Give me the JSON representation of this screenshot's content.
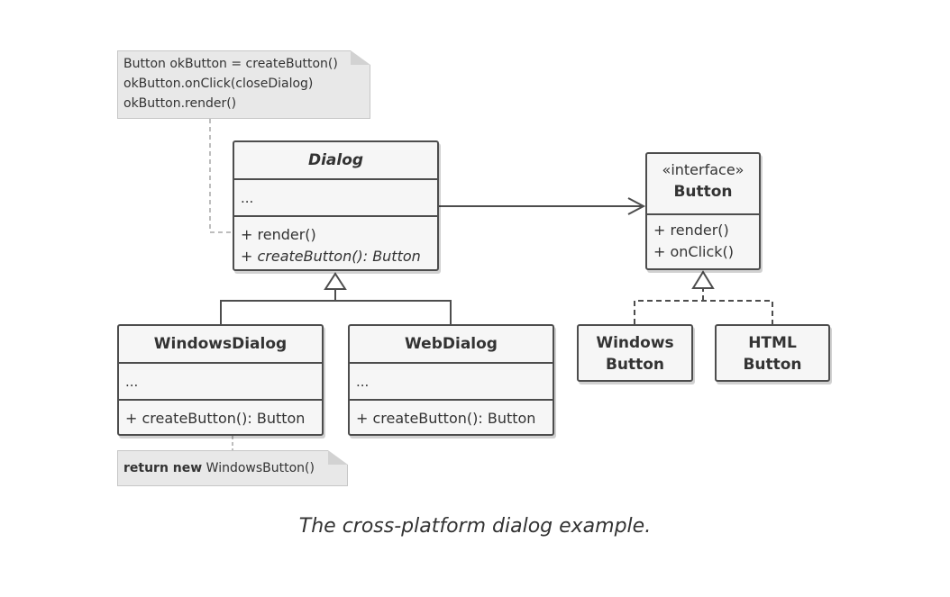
{
  "note_top": {
    "lines": [
      "Button okButton = createButton()",
      "okButton.onClick(closeDialog)",
      "okButton.render()"
    ]
  },
  "dialog": {
    "name": "Dialog",
    "fields": "...",
    "ops": [
      "+ render()",
      "+ createButton(): Button"
    ]
  },
  "button_interface": {
    "stereotype": "«interface»",
    "name": "Button",
    "ops": [
      "+ render()",
      "+ onClick()"
    ]
  },
  "windows_dialog": {
    "name": "WindowsDialog",
    "fields": "...",
    "ops": [
      "+ createButton(): Button"
    ]
  },
  "web_dialog": {
    "name": "WebDialog",
    "fields": "...",
    "ops": [
      "+ createButton(): Button"
    ]
  },
  "windows_button": {
    "line1": "Windows",
    "line2": "Button"
  },
  "html_button": {
    "line1": "HTML",
    "line2": "Button"
  },
  "note_bottom": {
    "keyword": "return new",
    "expr": "WindowsButton()"
  },
  "caption": "The cross-platform dialog example."
}
